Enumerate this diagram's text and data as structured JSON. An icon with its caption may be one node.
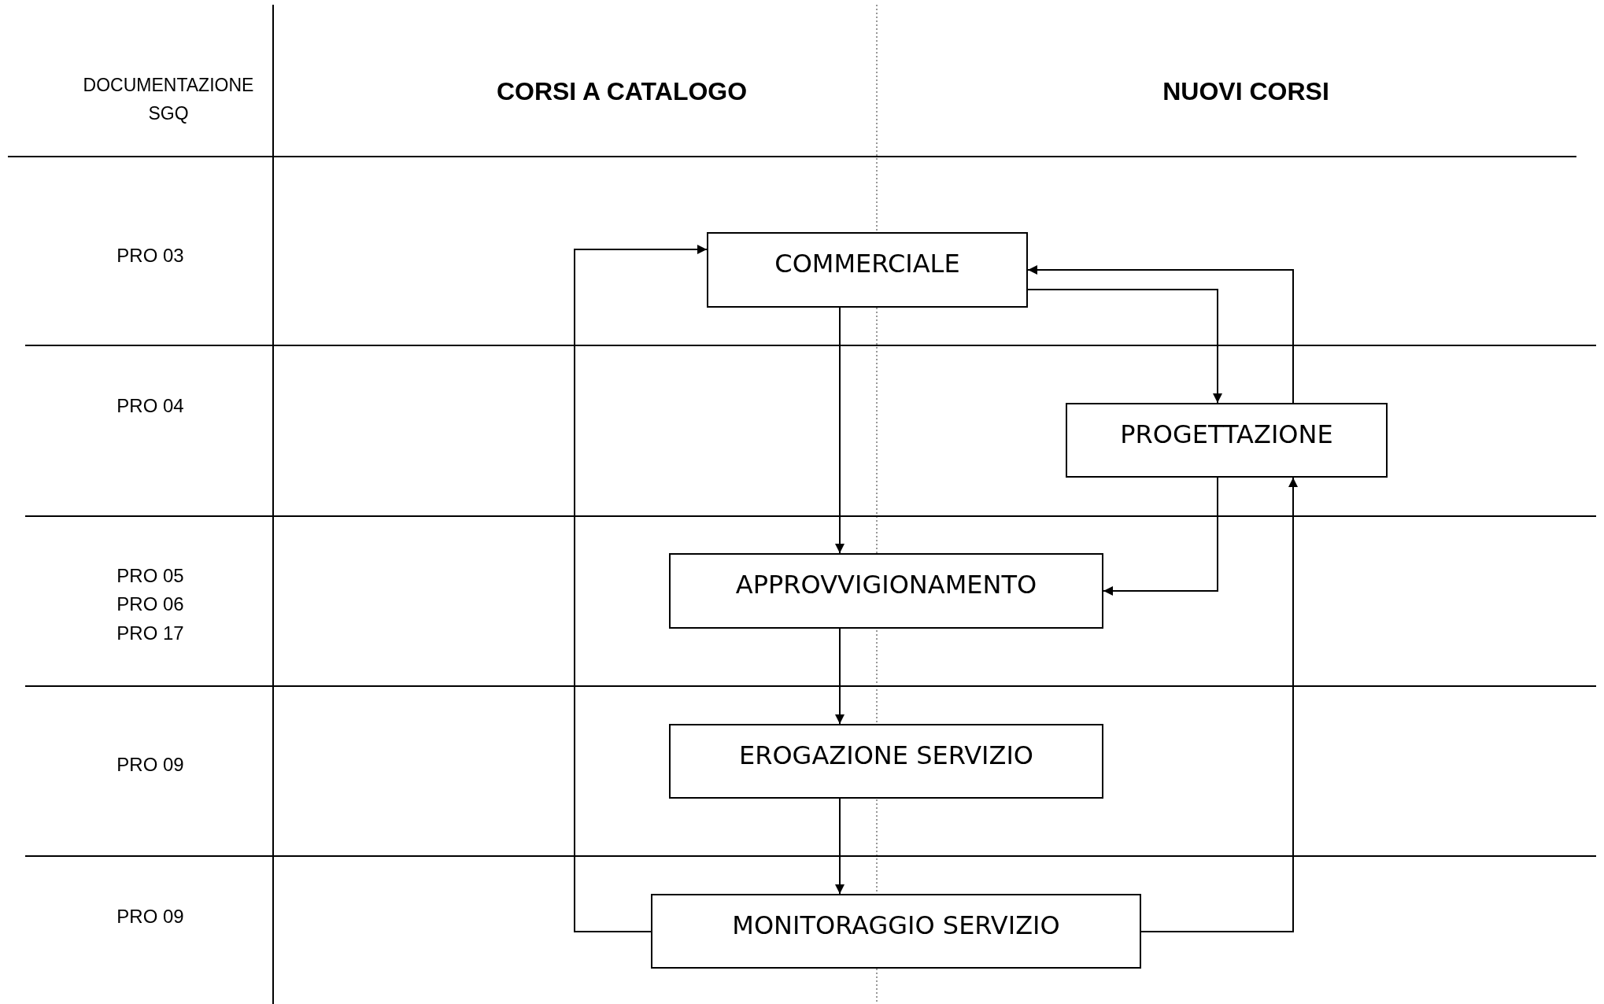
{
  "diagram": {
    "nodes": [
      {
        "text": [
          "COMMERCIALE"
        ]
      },
      {
        "text": [
          "PROGETTAZIONE"
        ]
      },
      {
        "text": [
          "APPROVVIGIONAMENTO"
        ]
      },
      {
        "text": [
          "EROGAZIONE SERVIZIO"
        ]
      },
      {
        "text": [
          "MONITORAGGIO SERVIZIO"
        ]
      }
    ],
    "edges": [
      {
        "from": 0,
        "to": 2,
        "arrow": "to"
      },
      {
        "from": 2,
        "to": 3,
        "arrow": "to"
      },
      {
        "from": 3,
        "to": 4,
        "arrow": "to"
      },
      {
        "from": 4,
        "to": 0,
        "arrow": "to"
      },
      {
        "from": 4,
        "to": 1,
        "arrow": "to"
      },
      {
        "from": 0,
        "to": 1,
        "arrow": "to"
      },
      {
        "from": 1,
        "to": 0,
        "arrow": "to"
      },
      {
        "from": 1,
        "to": 2,
        "arrow": "to"
      }
    ],
    "labels": [
      "DOCUMENTAZIONE SGQ",
      "CORSI A CATALOGO",
      "NUOVI CORSI",
      "PRO 03",
      "PRO 04",
      "PRO 05",
      "PRO 06",
      "PRO 17",
      "PRO 09",
      "PRO 09"
    ]
  }
}
